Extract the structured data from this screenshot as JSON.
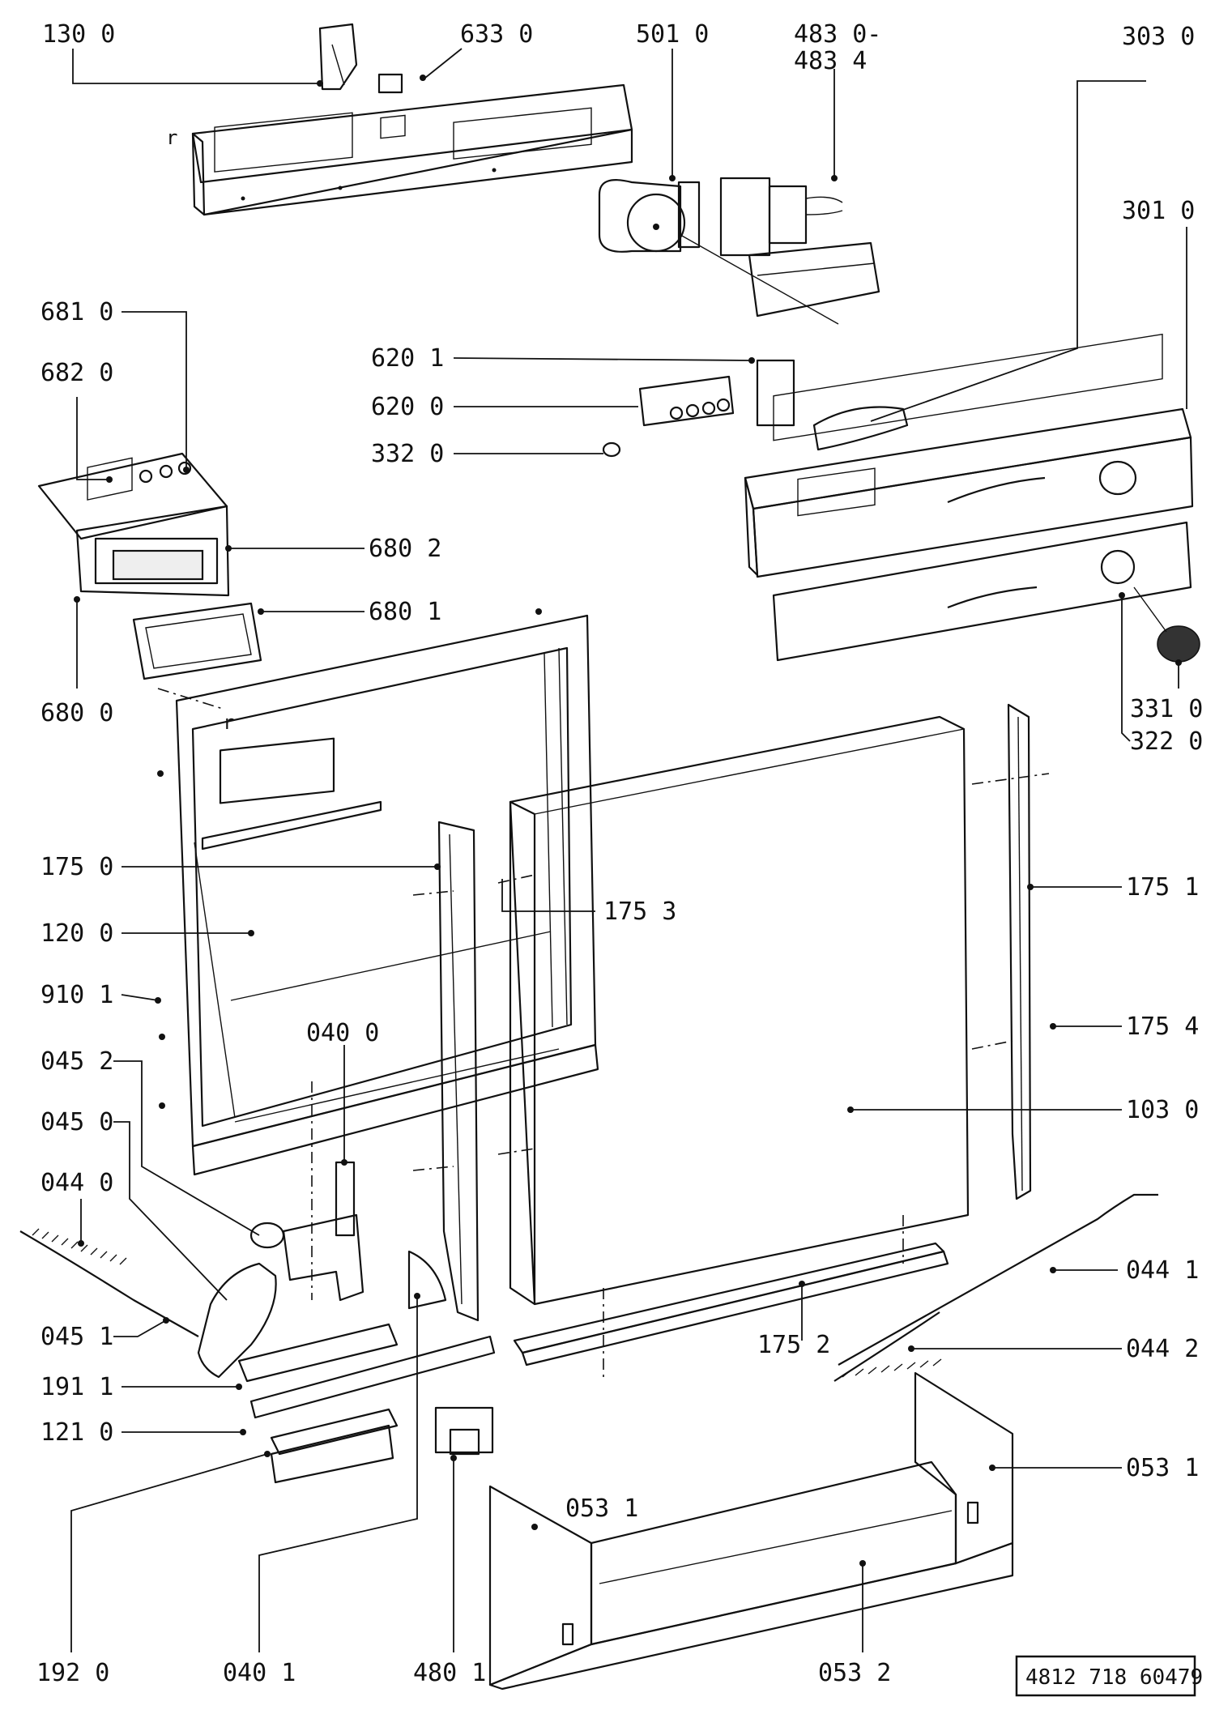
{
  "labels": {
    "l1300": "130 0",
    "l6330": "633 0",
    "l5010": "501 0",
    "l4830a": "483 0-",
    "l4830b": "483 4",
    "l3030": "303 0",
    "l3010": "301 0",
    "l6810": "681 0",
    "l6820": "682 0",
    "l6201": "620 1",
    "l6200": "620 0",
    "l3320": "332 0",
    "l6802": "680 2",
    "l6801": "680 1",
    "l6800": "680 0",
    "l3310": "331 0",
    "l3220": "322 0",
    "l1750": "175 0",
    "l1753": "175 3",
    "l1751": "175 1",
    "l1200": "120 0",
    "l9101": "910 1",
    "l0400": "040 0",
    "l1754": "175 4",
    "l0452": "045 2",
    "l1030": "103 0",
    "l0450": "045 0",
    "l0440": "044 0",
    "l0441": "044 1",
    "l0451": "045 1",
    "l1752": "175 2",
    "l0442": "044 2",
    "l1911": "191 1",
    "l1210": "121 0",
    "l0531a": "053 1",
    "l0531b": "053 1",
    "l1920": "192 0",
    "l0401": "040 1",
    "l4801": "480 1",
    "l0532": "053 2",
    "small_r1": "r",
    "small_r2": "r"
  },
  "document_number": "4812 718 60479"
}
